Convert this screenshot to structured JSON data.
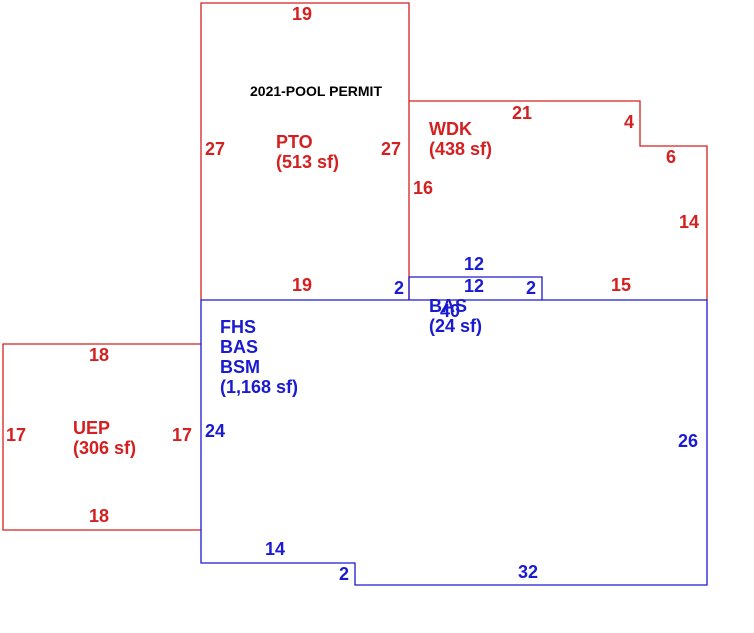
{
  "colors": {
    "red": "#d42020",
    "blue": "#1a1ad0",
    "black": "#000000"
  },
  "note": "2021-POOL PERMIT",
  "areas": {
    "pto": {
      "code": "PTO",
      "size": "(513 sf)"
    },
    "wdk": {
      "code": "WDK",
      "size": "(438 sf)"
    },
    "bas_small": {
      "code": "BAS",
      "size": "(24 sf)"
    },
    "main": {
      "code1": "FHS",
      "code2": "BAS",
      "code3": "BSM",
      "size": "(1,168 sf)"
    },
    "uep": {
      "code": "UEP",
      "size": "(306 sf)"
    }
  },
  "dims": {
    "pto_top": "19",
    "pto_left": "27",
    "pto_right": "27",
    "pto_bottom": "19",
    "pto_right_jog": "2",
    "wdk_top": "21",
    "wdk_step_down": "4",
    "wdk_step_right": "6",
    "wdk_right": "14",
    "wdk_bottom": "15",
    "wdk_left": "16",
    "bas_top": "12",
    "bas_bottom": "12",
    "bas_right": "2",
    "bas_overlap": "40",
    "main_left": "24",
    "main_right": "26",
    "main_bottom_left": "14",
    "main_bottom_jog": "2",
    "main_bottom_right": "32",
    "uep_top": "18",
    "uep_left": "17",
    "uep_right": "17",
    "uep_bottom": "18"
  }
}
